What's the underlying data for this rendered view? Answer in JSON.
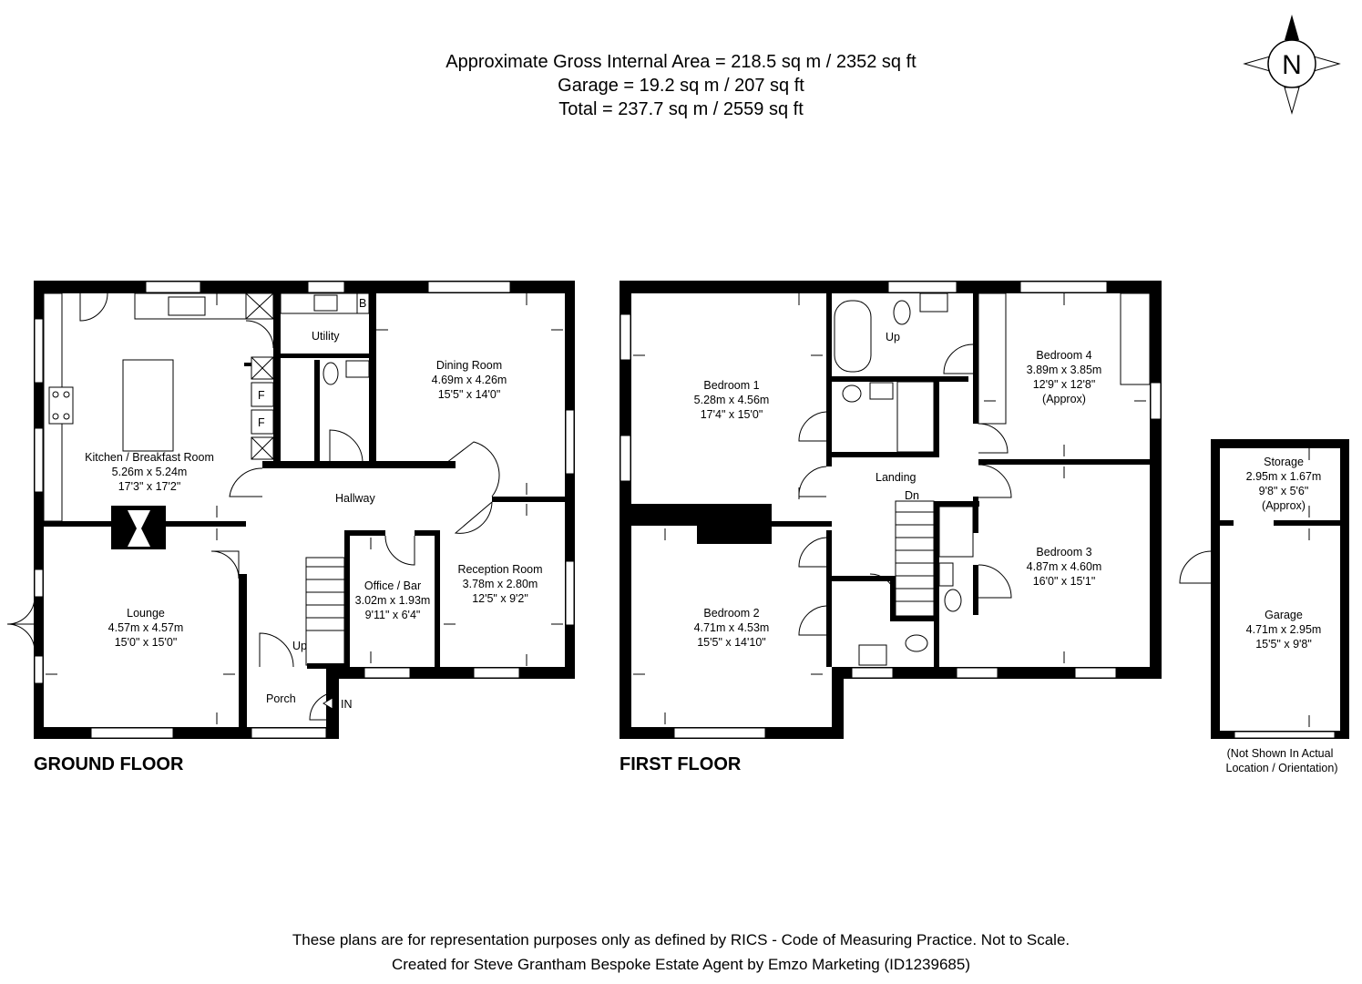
{
  "header": {
    "line1": "Approximate Gross Internal Area = 218.5 sq m / 2352 sq ft",
    "line2": "Garage = 19.2 sq m / 207 sq ft",
    "line3": "Total = 237.7 sq m / 2559 sq ft"
  },
  "compass": {
    "label": "N"
  },
  "ground_floor": {
    "title": "GROUND FLOOR",
    "rooms": {
      "kitchen": {
        "name": "Kitchen / Breakfast Room",
        "metric": "5.26m x 5.24m",
        "imperial": "17'3\" x 17'2\""
      },
      "dining": {
        "name": "Dining Room",
        "metric": "4.69m x 4.26m",
        "imperial": "15'5\" x 14'0\""
      },
      "lounge": {
        "name": "Lounge",
        "metric": "4.57m x 4.57m",
        "imperial": "15'0\" x 15'0\""
      },
      "office": {
        "name": "Office / Bar",
        "metric": "3.02m x 1.93m",
        "imperial": "9'11\" x 6'4\""
      },
      "reception": {
        "name": "Reception Room",
        "metric": "3.78m x 2.80m",
        "imperial": "12'5\" x 9'2\""
      }
    },
    "labels": {
      "utility": "Utility",
      "hallway": "Hallway",
      "porch": "Porch",
      "up": "Up",
      "in": "IN",
      "boiler": "B",
      "fridge1": "F",
      "fridge2": "F"
    }
  },
  "first_floor": {
    "title": "FIRST FLOOR",
    "rooms": {
      "bedroom1": {
        "name": "Bedroom 1",
        "metric": "5.28m x 4.56m",
        "imperial": "17'4\" x 15'0\""
      },
      "bedroom2": {
        "name": "Bedroom 2",
        "metric": "4.71m x 4.53m",
        "imperial": "15'5\" x 14'10\""
      },
      "bedroom3": {
        "name": "Bedroom 3",
        "metric": "4.87m x 4.60m",
        "imperial": "16'0\" x 15'1\""
      },
      "bedroom4": {
        "name": "Bedroom 4",
        "metric": "3.89m x 3.85m",
        "imperial": "12'9\" x 12'8\"",
        "note": "(Approx)"
      }
    },
    "labels": {
      "landing": "Landing",
      "dn": "Dn",
      "up": "Up"
    }
  },
  "outbuilding": {
    "storage": {
      "name": "Storage",
      "metric": "2.95m x 1.67m",
      "imperial": "9'8\" x 5'6\"",
      "note": "(Approx)"
    },
    "garage": {
      "name": "Garage",
      "metric": "4.71m x 2.95m",
      "imperial": "15'5\" x 9'8\""
    },
    "note_line1": "(Not Shown In Actual",
    "note_line2": "Location / Orientation)"
  },
  "footer": {
    "line1": "These plans are for representation purposes only as defined by RICS - Code of Measuring Practice. Not to Scale.",
    "line2": "Created for Steve Grantham Bespoke Estate Agent by Emzo Marketing (ID1239685)"
  }
}
